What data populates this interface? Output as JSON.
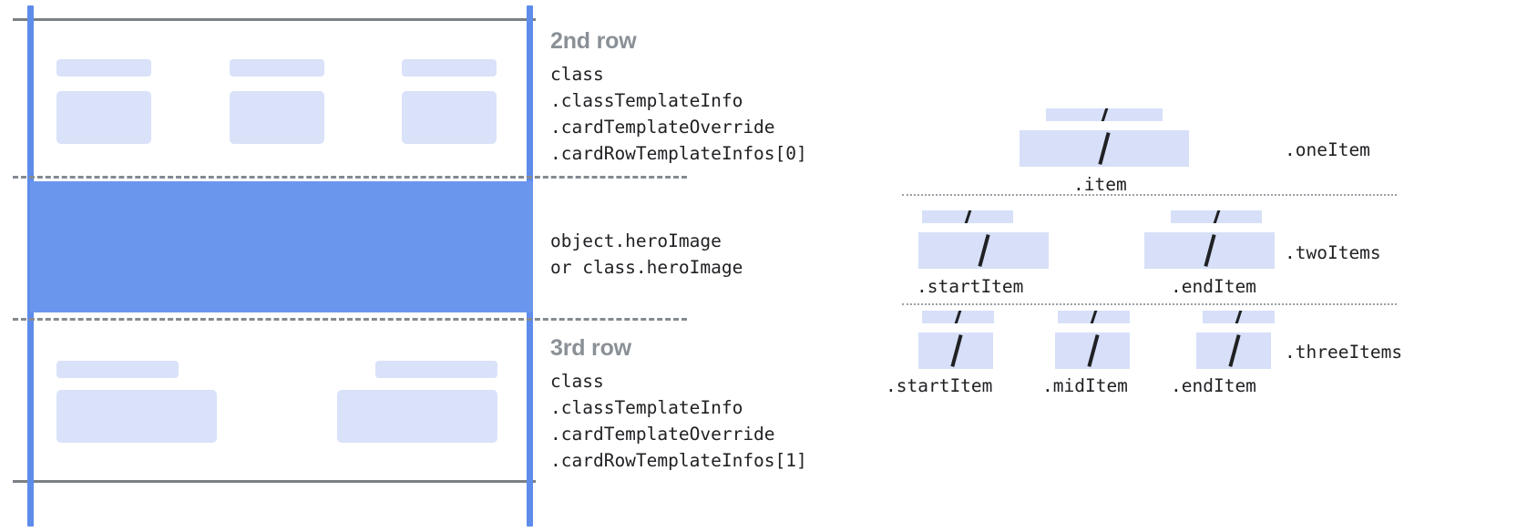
{
  "diagram": {
    "title_color": "#8a9096",
    "accent_blue": "#5d8ceb",
    "hero_blue": "#6b96ee",
    "chip_blue": "#d9e2f9",
    "item_blue": "#d7e0f8",
    "rule_gray": "#7b8086"
  },
  "card": {
    "row2": {
      "heading": "2nd row",
      "code_lines": [
        "class",
        ".classTemplateInfo",
        ".cardTemplateOverride",
        ".cardRowTemplateInfos[0]"
      ],
      "code": "class\n.classTemplateInfo\n.cardTemplateOverride\n.cardRowTemplateInfos[0]"
    },
    "hero": {
      "code_lines": [
        "object.heroImage",
        "or class.heroImage"
      ],
      "code": "object.heroImage\nor class.heroImage"
    },
    "row3": {
      "heading": "3rd row",
      "code_lines": [
        "class",
        ".classTemplateInfo",
        ".cardTemplateOverride",
        ".cardRowTemplateInfos[1]"
      ],
      "code": "class\n.classTemplateInfo\n.cardTemplateOverride\n.cardRowTemplateInfos[1]"
    }
  },
  "items": {
    "slash_glyph": "/",
    "groups": [
      {
        "name": ".oneItem",
        "right_label": ".oneItem",
        "cells": [
          {
            "label": ".item",
            "slash": "/"
          }
        ]
      },
      {
        "name": ".twoItems",
        "right_label": ".twoItems",
        "cells": [
          {
            "label": ".startItem",
            "slash": "/"
          },
          {
            "label": ".endItem",
            "slash": "/"
          }
        ]
      },
      {
        "name": ".threeItems",
        "right_label": ".threeItems",
        "cells": [
          {
            "label": ".startItem",
            "slash": "/"
          },
          {
            "label": ".midItem",
            "slash": "/"
          },
          {
            "label": ".endItem",
            "slash": "/"
          }
        ]
      }
    ]
  }
}
